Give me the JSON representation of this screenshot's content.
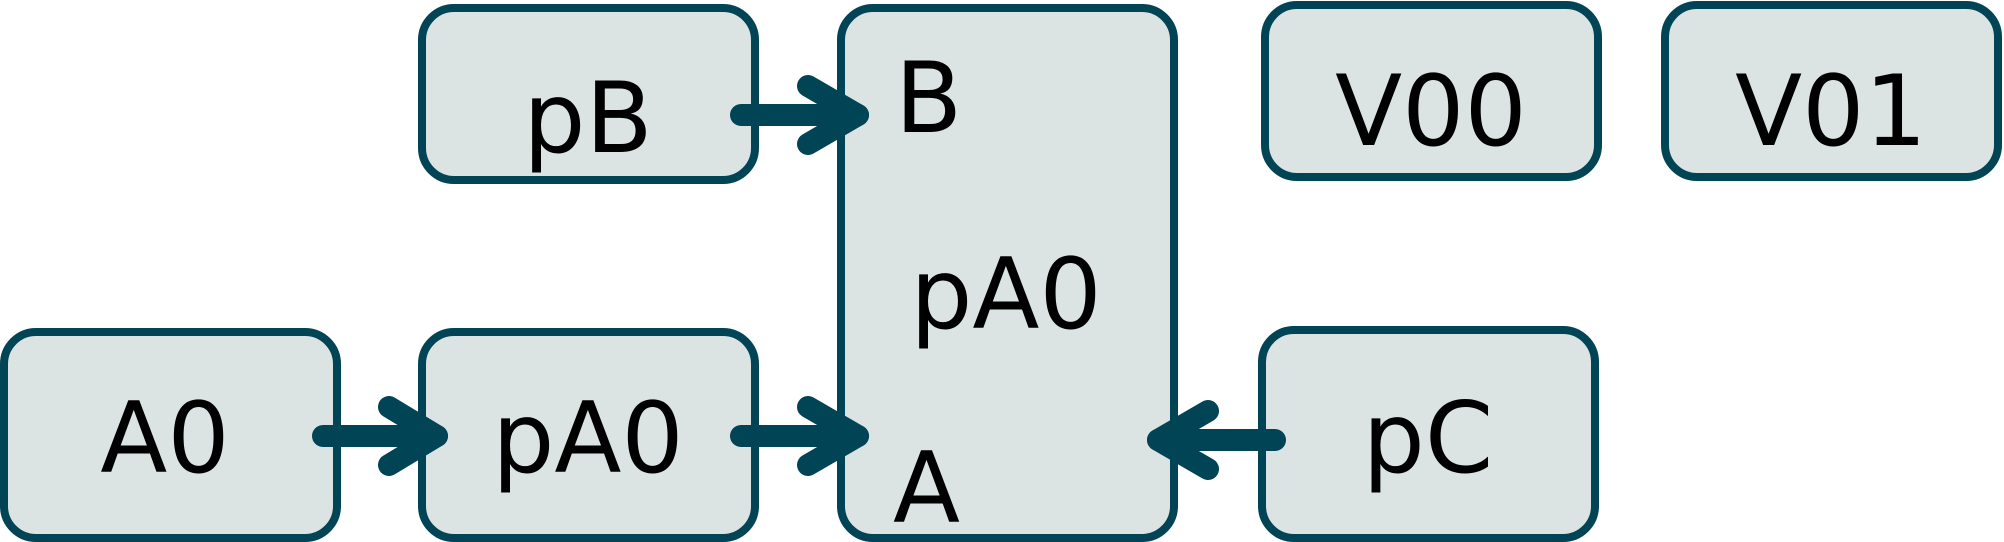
{
  "nodes": {
    "pB": {
      "label": "pB"
    },
    "B": {
      "labels": [
        "B",
        "pA0",
        "A"
      ]
    },
    "V00": {
      "label": "V00"
    },
    "V01": {
      "label": "V01"
    },
    "A0": {
      "label": "A0"
    },
    "pA0": {
      "label": "pA0"
    },
    "pC": {
      "label": "pC"
    }
  },
  "edges": [
    {
      "from": "pB",
      "to": "B"
    },
    {
      "from": "A0",
      "to": "pA0"
    },
    {
      "from": "pA0",
      "to": "A"
    },
    {
      "from": "pC",
      "to": "B"
    }
  ],
  "colors": {
    "box_fill": "#dbe3e3",
    "stroke": "#004455",
    "text": "#000000"
  }
}
